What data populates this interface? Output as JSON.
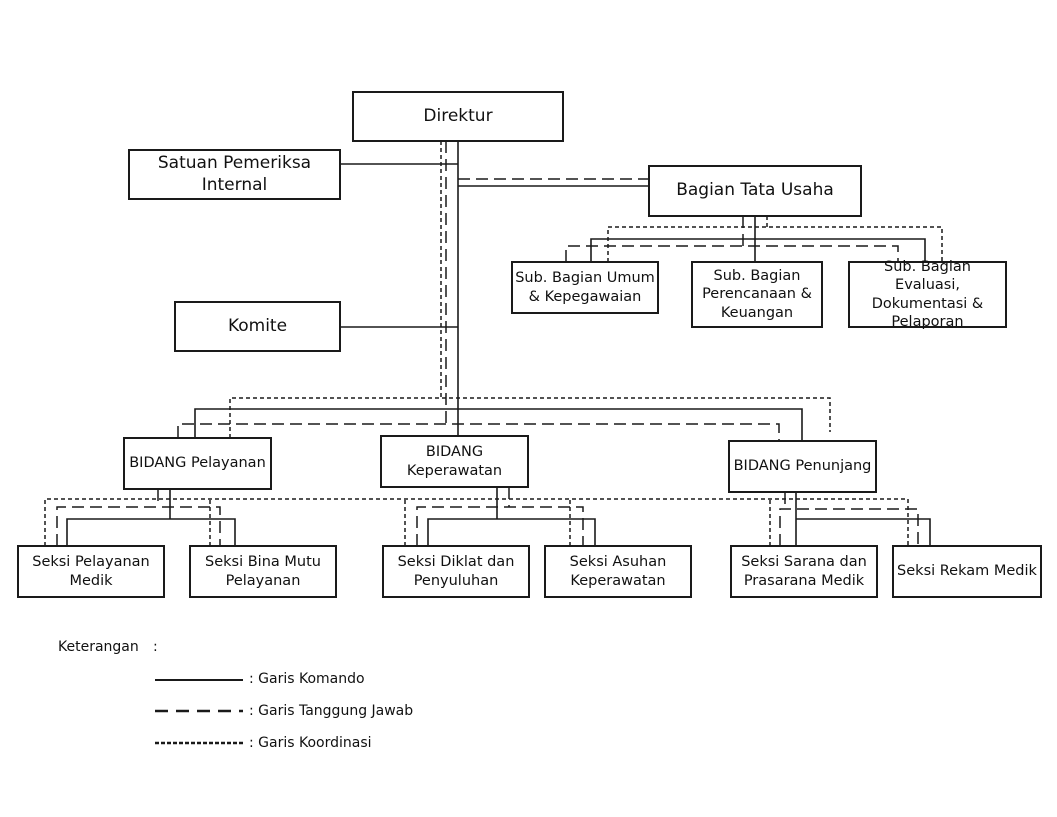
{
  "nodes": {
    "direktur": "Direktur",
    "spi": "Satuan Pemeriksa\nInternal",
    "tata_usaha": "Bagian Tata Usaha",
    "sub_umum": "Sub. Bagian Umum\n& Kepegawaian",
    "sub_perencanaan": "Sub. Bagian\nPerencanaan &\nKeuangan",
    "sub_evaluasi": "Sub. Bagian Evaluasi,\nDokumentasi &\nPelaporan",
    "komite": "Komite",
    "bidang_pelayanan": "BIDANG Pelayanan",
    "bidang_keperawatan": "BIDANG\nKeperawatan",
    "bidang_penunjang": "BIDANG Penunjang",
    "seksi_pelayanan_medik": "Seksi Pelayanan\nMedik",
    "seksi_bina_mutu": "Seksi Bina Mutu\nPelayanan",
    "seksi_diklat": "Seksi Diklat dan\nPenyuluhan",
    "seksi_asuhan": "Seksi Asuhan\nKeperawatan",
    "seksi_sarana": "Seksi Sarana dan\nPrasarana Medik",
    "seksi_rekam": "Seksi Rekam Medik"
  },
  "legend": {
    "title": "Keterangan",
    "colon": ":",
    "items": [
      {
        "style": "solid",
        "label": ": Garis Komando"
      },
      {
        "style": "dashed",
        "label": ": Garis Tanggung Jawab"
      },
      {
        "style": "dotted",
        "label": ": Garis Koordinasi"
      }
    ]
  },
  "line_color": "#1a1a1a"
}
